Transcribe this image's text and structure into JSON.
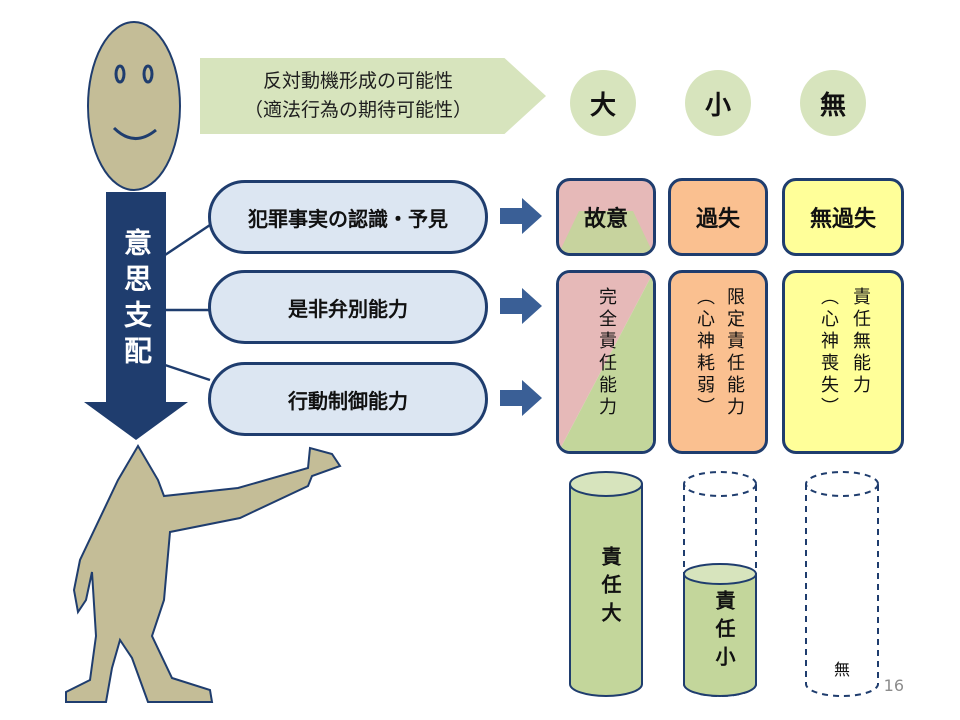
{
  "banner": {
    "line1": "反対動機形成の可能性",
    "line2": "（適法行為の期待可能性）"
  },
  "degrees": [
    "大",
    "小",
    "無"
  ],
  "will_control": "意思支配",
  "capabilities": [
    "犯罪事実の認識・予見",
    "是非弁別能力",
    "行動制御能力"
  ],
  "categories": [
    "故意",
    "過失",
    "無過失"
  ],
  "responsibility": {
    "full": "完全責任能力",
    "limited_main": "限定責任能力",
    "limited_sub": "（心神耗弱）",
    "none_main": "責任無能力",
    "none_sub": "（心神喪失）"
  },
  "cylinders": [
    "責任大",
    "責任小",
    "無"
  ],
  "colors": {
    "navy": "#1f3d6e",
    "arrow_blue": "#3a5f96",
    "green_light": "#d7e4bd",
    "green_cyl": "#c3d69b",
    "pink": "#e6b9b8",
    "orange": "#fac090",
    "yellow": "#ffff99",
    "pill_blue": "#dce6f2",
    "figure": "#c4bd97"
  },
  "page_number": "16"
}
